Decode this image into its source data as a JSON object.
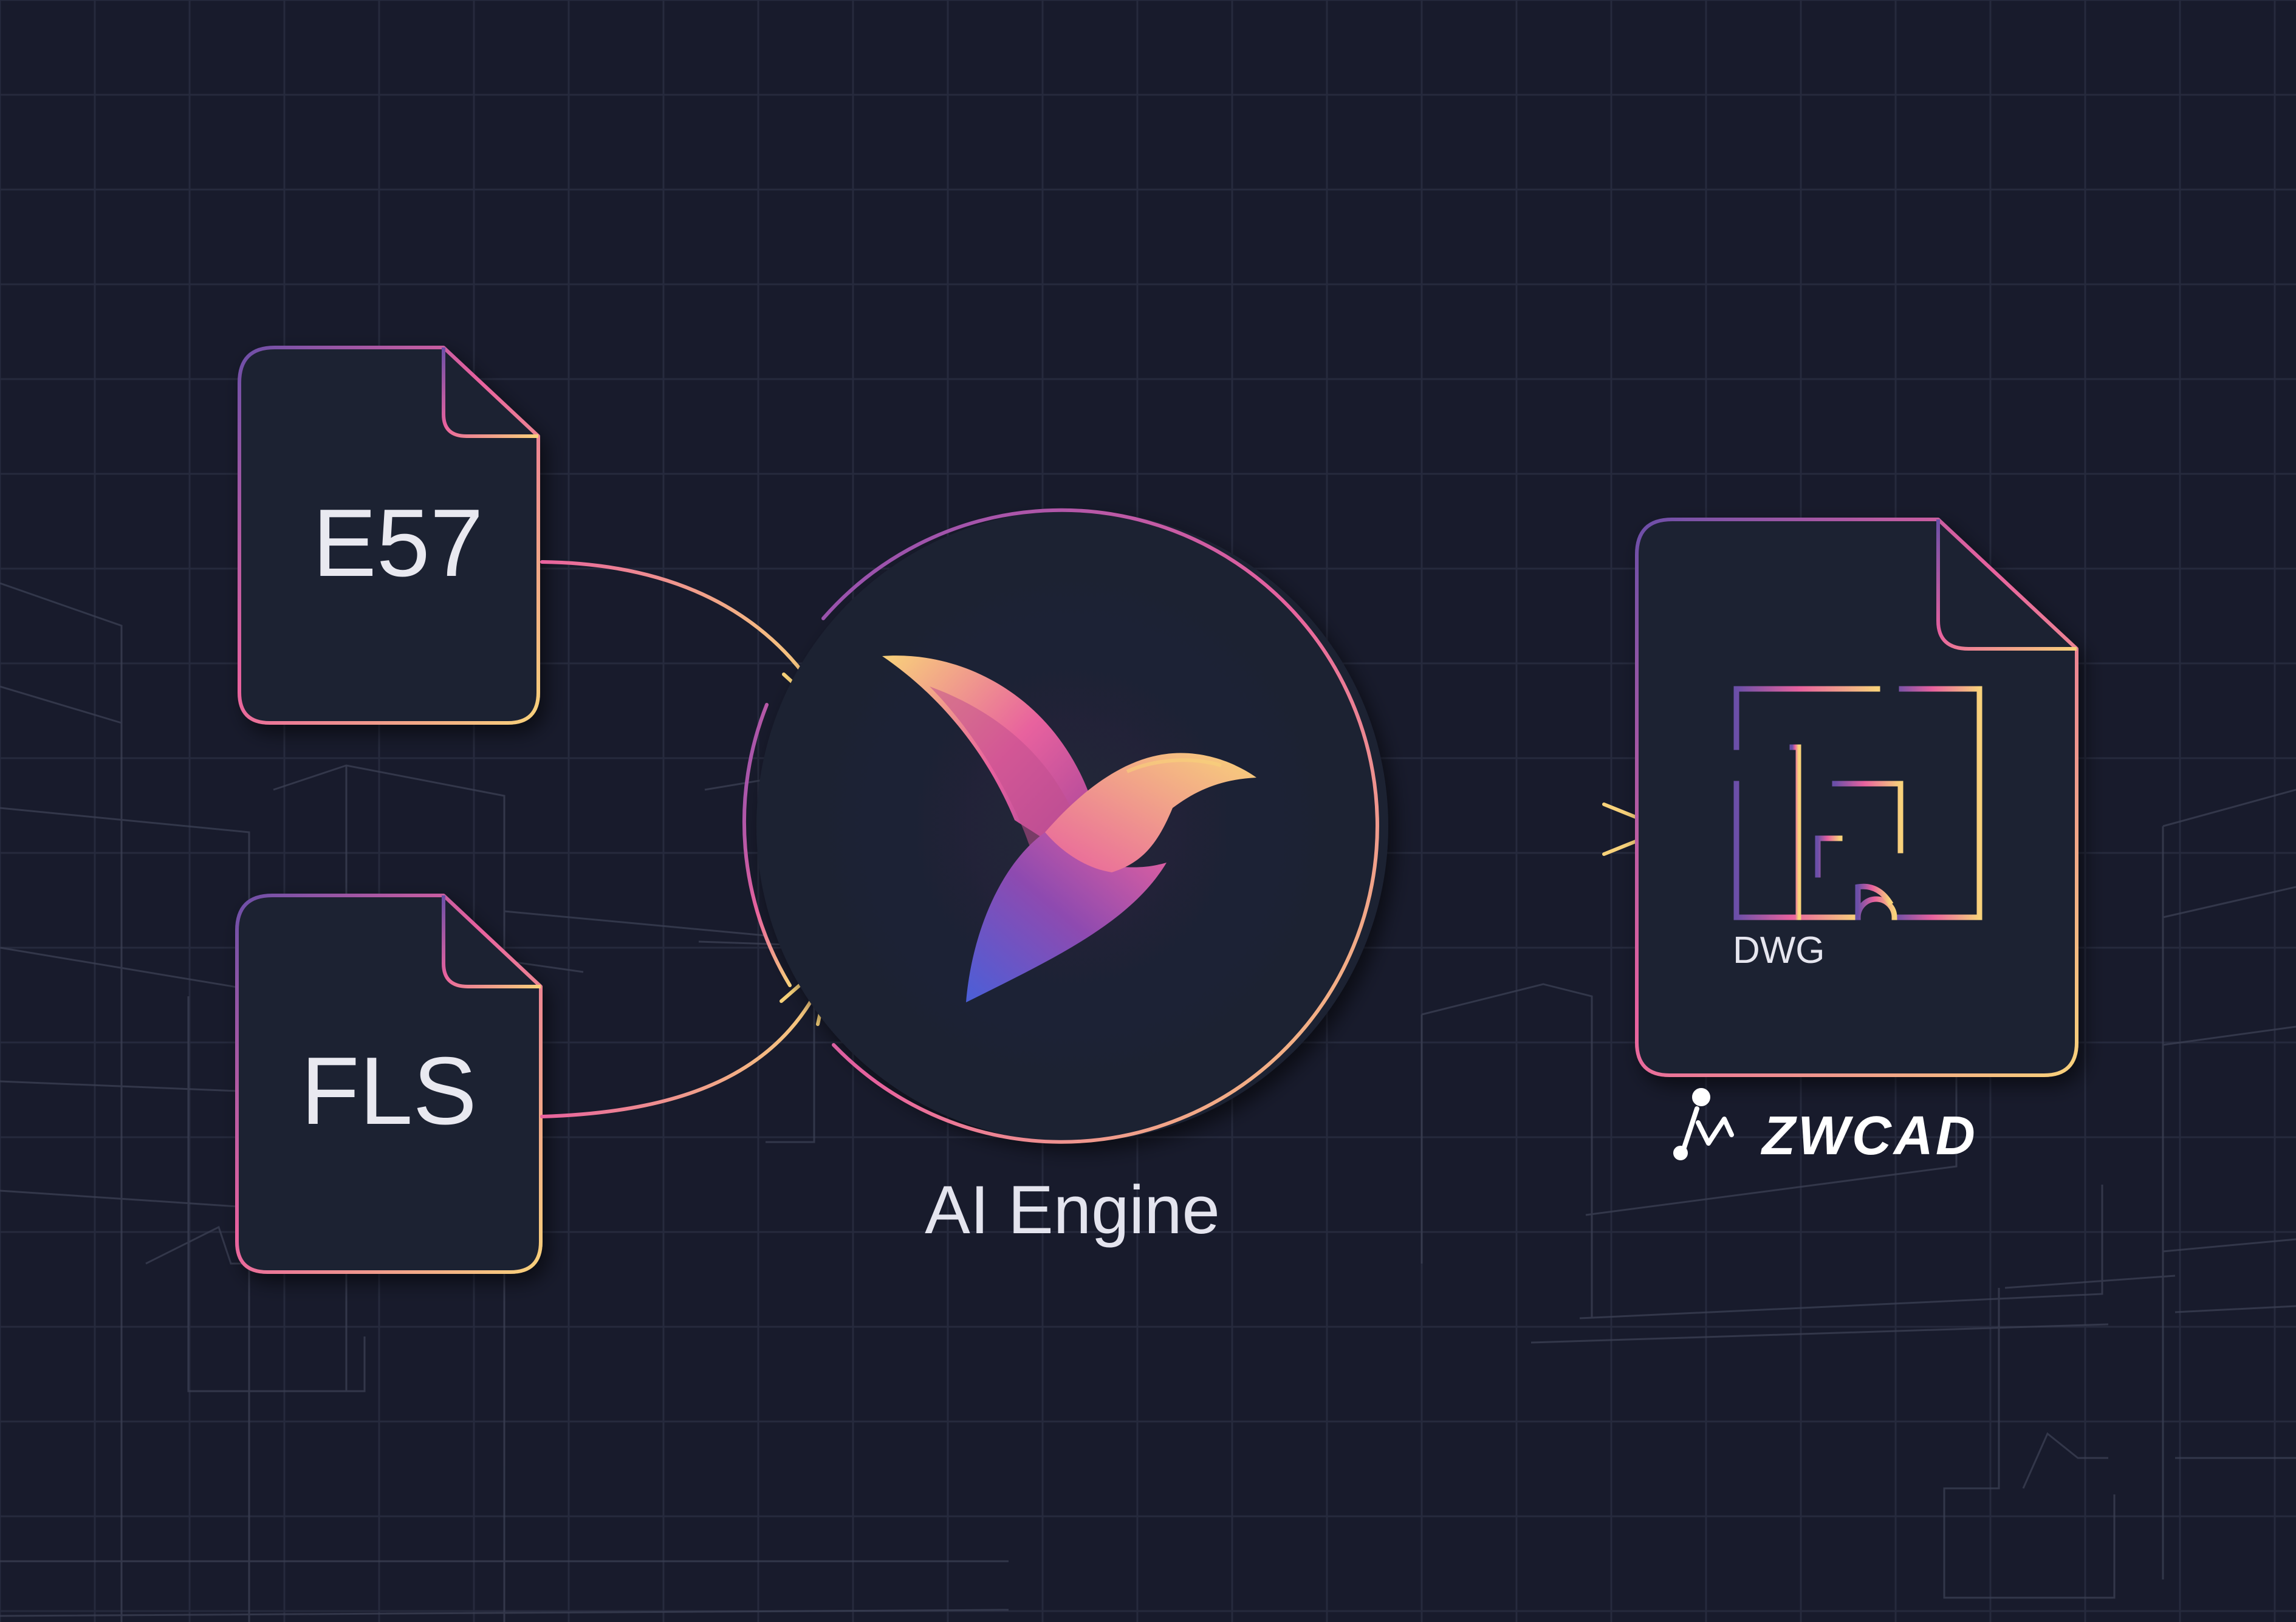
{
  "inputs": [
    {
      "label": "E57"
    },
    {
      "label": "FLS"
    }
  ],
  "engine": {
    "label": "AI Engine",
    "logo": "bird-logo-icon"
  },
  "output": {
    "label": "DWG",
    "icon": "floor-plan-icon"
  },
  "brand": {
    "name": "ZWCAD",
    "logo": "zwcad-logo-icon"
  },
  "colors": {
    "background": "#181b2c",
    "grid": "#262a3d",
    "gradient_purple": "#6b4fa8",
    "gradient_pink": "#e8629e",
    "gradient_yellow": "#f8d27a",
    "text": "#e9e9f0"
  }
}
